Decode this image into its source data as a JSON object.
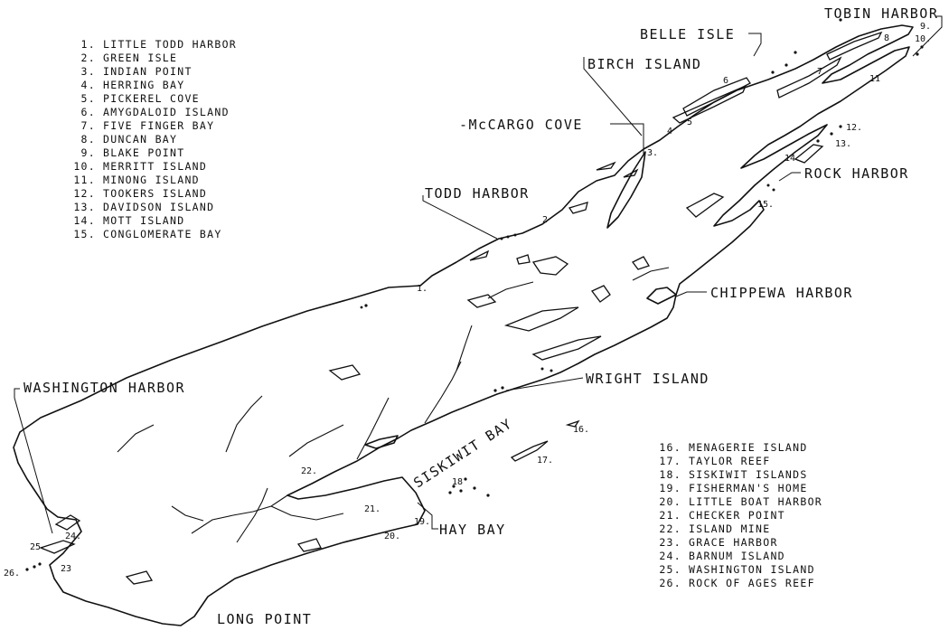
{
  "legend_top": [
    {
      "n": "1.",
      "name": "LITTLE TODD HARBOR"
    },
    {
      "n": "2.",
      "name": "GREEN ISLE"
    },
    {
      "n": "3.",
      "name": "INDIAN POINT"
    },
    {
      "n": "4.",
      "name": "HERRING BAY"
    },
    {
      "n": "5.",
      "name": "PICKEREL COVE"
    },
    {
      "n": "6.",
      "name": "AMYGDALOID ISLAND"
    },
    {
      "n": "7.",
      "name": "FIVE FINGER BAY"
    },
    {
      "n": "8.",
      "name": "DUNCAN BAY"
    },
    {
      "n": "9.",
      "name": "BLAKE POINT"
    },
    {
      "n": "10.",
      "name": "MERRITT ISLAND"
    },
    {
      "n": "11.",
      "name": "MINONG ISLAND"
    },
    {
      "n": "12.",
      "name": "TOOKERS ISLAND"
    },
    {
      "n": "13.",
      "name": "DAVIDSON ISLAND"
    },
    {
      "n": "14.",
      "name": "MOTT ISLAND"
    },
    {
      "n": "15.",
      "name": "CONGLOMERATE BAY"
    }
  ],
  "legend_bottom": [
    {
      "n": "16.",
      "name": "MENAGERIE ISLAND"
    },
    {
      "n": "17.",
      "name": "TAYLOR REEF"
    },
    {
      "n": "18.",
      "name": "SISKIWIT ISLANDS"
    },
    {
      "n": "19.",
      "name": "FISHERMAN'S HOME"
    },
    {
      "n": "20.",
      "name": "LITTLE BOAT HARBOR"
    },
    {
      "n": "21.",
      "name": "CHECKER POINT"
    },
    {
      "n": "22.",
      "name": "ISLAND MINE"
    },
    {
      "n": "23.",
      "name": "GRACE HARBOR"
    },
    {
      "n": "24.",
      "name": "BARNUM ISLAND"
    },
    {
      "n": "25.",
      "name": "WASHINGTON ISLAND"
    },
    {
      "n": "26.",
      "name": "ROCK OF AGES REEF"
    }
  ],
  "labels": {
    "tobin_harbor": "TOBIN HARBOR",
    "belle_isle": "BELLE ISLE",
    "birch_island": "BIRCH ISLAND",
    "mccargo_cove": "-McCARGO COVE",
    "todd_harbor": "TODD HARBOR",
    "rock_harbor": "ROCK HARBOR",
    "chippewa_harbor": "CHIPPEWA HARBOR",
    "wright_island": "WRIGHT ISLAND",
    "washington_harbor": "WASHINGTON HARBOR",
    "siskiwit_bay": "SISKIWIT BAY",
    "hay_bay": "HAY BAY",
    "long_point": "LONG POINT"
  },
  "map_numbers": {
    "n1": "1.",
    "n2": "2",
    "n3": "3.",
    "n4": "4",
    "n5": "5",
    "n6": "6",
    "n7": "7",
    "n8": "8",
    "n9": "9.",
    "n10": "10.",
    "n11": "11",
    "n12": "12.",
    "n13": "13.",
    "n14": "14.",
    "n15": "15.",
    "n16": "16.",
    "n17": "17.",
    "n18": "18",
    "n19": "19.",
    "n20": "20.",
    "n21": "21.",
    "n22": "22.",
    "n23": "23",
    "n24": "24.",
    "n25": "25.",
    "n26": "26."
  }
}
